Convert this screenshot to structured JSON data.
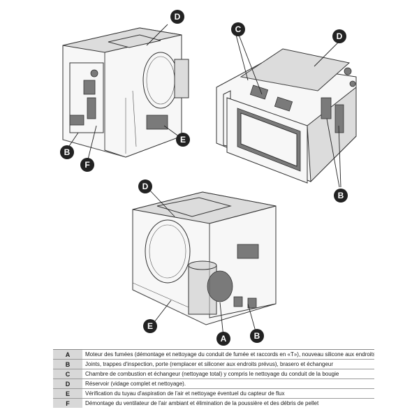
{
  "diagrams": {
    "top_left": {
      "labels": [
        "D",
        "B",
        "F",
        "E"
      ]
    },
    "top_right": {
      "labels": [
        "C",
        "D",
        "B"
      ]
    },
    "bottom": {
      "labels": [
        "D",
        "E",
        "A",
        "B"
      ]
    }
  },
  "legend": [
    {
      "key": "A",
      "text": "Moteur des fumées (démontage et nettoyage du conduit de fumée et raccords en «T»), nouveau silicone aux endroits prévus"
    },
    {
      "key": "B",
      "text": "Joints, trappes d'inspection, porte (remplacer et siliconer aux endroits prévus), brasero et échangeur"
    },
    {
      "key": "C",
      "text": "Chambre de combustion et échangeur (nettoyage total) y compris le nettoyage du conduit de la bougie"
    },
    {
      "key": "D",
      "text": "Réservoir (vidage complet et nettoyage)."
    },
    {
      "key": "E",
      "text": "Vérification du tuyau d'aspiration de l'air et nettoyage éventuel du capteur de flux"
    },
    {
      "key": "F",
      "text": "Démontage du ventilateur de l'air ambiant et élimination de la poussière et des débris de pellet"
    }
  ]
}
